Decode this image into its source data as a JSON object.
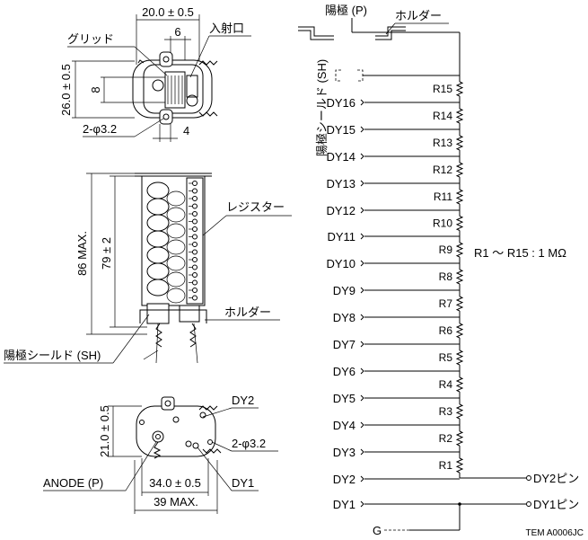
{
  "top_view": {
    "width_dim": "20.0 ± 0.5",
    "inner_dim": "6",
    "height_dim": "26.0 ± 0.5",
    "grid_gap": "8",
    "hole_gap": "4",
    "grid_label": "グリッド",
    "window_label": "入射口",
    "hole_label": "2-φ3.2"
  },
  "side_view": {
    "overall_height": "86 MAX.",
    "body_height": "79 ± 2",
    "resistor_label": "レジスター",
    "holder_label": "ホルダー",
    "shield_label": "陽極シールド (SH)"
  },
  "bottom_view": {
    "height_dim": "21.0 ± 0.5",
    "pitch_dim": "34.0 ± 0.5",
    "width_dim": "39 MAX.",
    "anode_label": "ANODE (P)",
    "dy1_label": "DY1",
    "dy2_label": "DY2",
    "hole_label": "2-φ3.2"
  },
  "schematic": {
    "anode_label": "陽極 (P)",
    "holder_label": "ホルダー",
    "shield_label": "陽極シールド (SH)",
    "dynodes": [
      "DY16",
      "DY15",
      "DY14",
      "DY13",
      "DY12",
      "DY11",
      "DY10",
      "DY9",
      "DY8",
      "DY7",
      "DY6",
      "DY5",
      "DY4",
      "DY3",
      "DY2",
      "DY1"
    ],
    "resistors": [
      "R15",
      "R14",
      "R13",
      "R12",
      "R11",
      "R10",
      "R9",
      "R8",
      "R7",
      "R6",
      "R5",
      "R4",
      "R3",
      "R2",
      "R1"
    ],
    "resistor_note": "R1 ～ R15 : 1 MΩ",
    "dy2_pin": "DY2ピン",
    "dy1_pin": "DY1ピン",
    "ground": "G"
  },
  "figure_id": "TEM A0006JC"
}
